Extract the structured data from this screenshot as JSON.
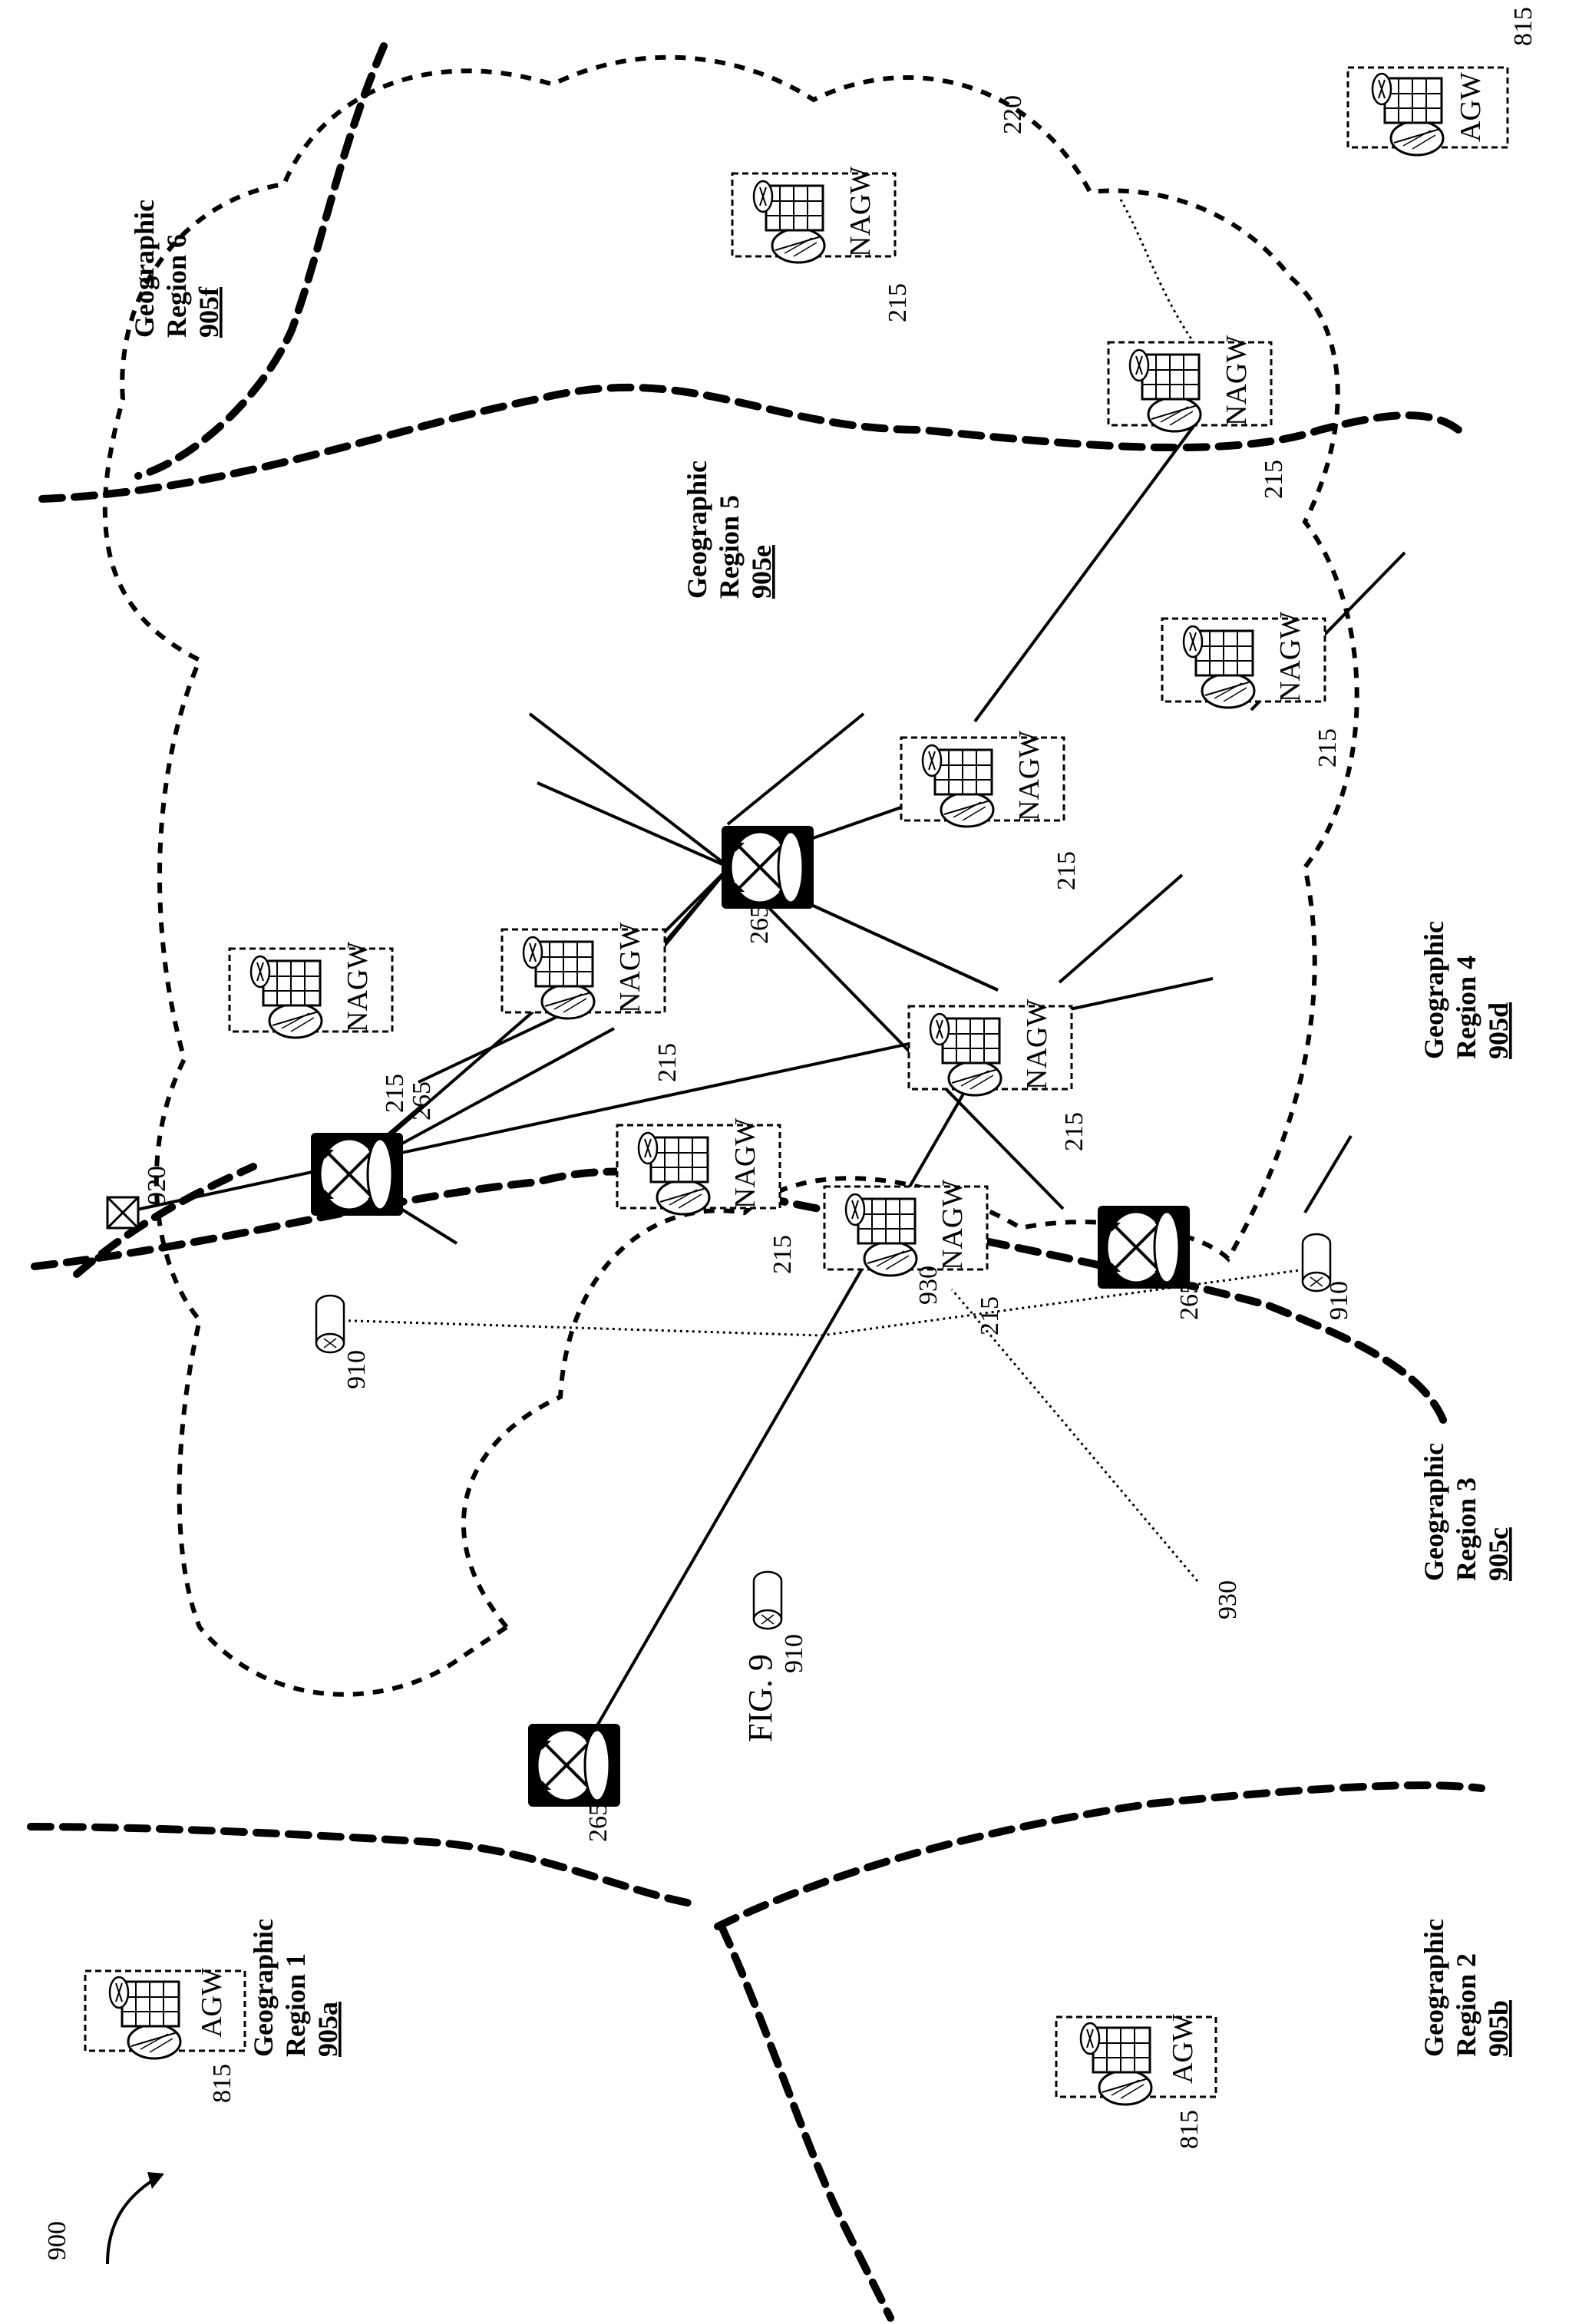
{
  "figure": {
    "ref": "900",
    "caption": "FIG. 9"
  },
  "labels": {
    "cloud": "220",
    "nagw_ref": "215",
    "agw_ref": "815",
    "router_ref": "265",
    "small_router_ref": "910",
    "dotted_link_ref": "930",
    "switch_ref": "920",
    "nagw_text": "NAGW",
    "agw_text": "AGW"
  },
  "regions": [
    {
      "title": "Geographic",
      "sub": "Region 1",
      "id": "905a"
    },
    {
      "title": "Geographic",
      "sub": "Region 2",
      "id": "905b"
    },
    {
      "title": "Geographic",
      "sub": "Region 3",
      "id": "905c"
    },
    {
      "title": "Geographic",
      "sub": "Region 4",
      "id": "905d"
    },
    {
      "title": "Geographic",
      "sub": "Region 5",
      "id": "905e"
    },
    {
      "title": "Geographic",
      "sub": "Region 6",
      "id": "905f"
    }
  ]
}
